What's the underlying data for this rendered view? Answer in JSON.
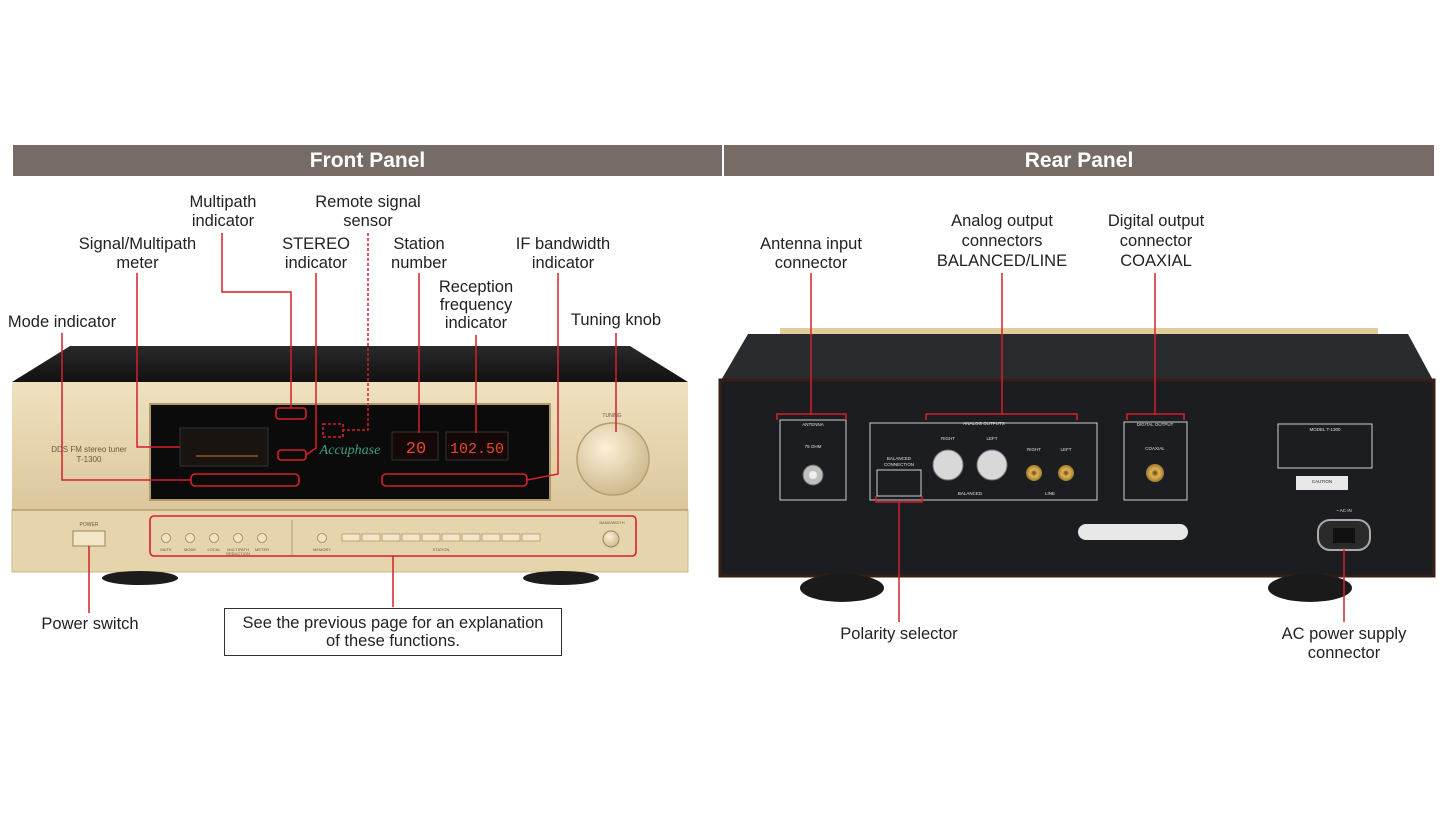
{
  "headers": {
    "front": "Front Panel",
    "rear": "Rear Panel"
  },
  "front_labels": {
    "multipath": [
      "Multipath",
      "indicator"
    ],
    "remote": [
      "Remote signal",
      "sensor"
    ],
    "meter": [
      "Signal/Multipath",
      "meter"
    ],
    "stereo": [
      "STEREO",
      "indicator"
    ],
    "station": [
      "Station",
      "number"
    ],
    "if_bw": [
      "IF bandwidth",
      "indicator"
    ],
    "reception": [
      "Reception",
      "frequency",
      "indicator"
    ],
    "mode": "Mode indicator",
    "tuning": "Tuning knob",
    "power": "Power switch",
    "note": [
      "See the previous page for an explanation",
      "of these functions."
    ]
  },
  "rear_labels": {
    "analog": [
      "Analog output",
      "connectors",
      "BALANCED/LINE"
    ],
    "digital": [
      "Digital output",
      "connector",
      "COAXIAL"
    ],
    "antenna": [
      "Antenna input",
      "connector"
    ],
    "polarity": "Polarity selector",
    "ac": [
      "AC power supply",
      "connector"
    ]
  },
  "device_text": {
    "front_model": "DDS FM stereo tuner",
    "front_model_no": "T-1300",
    "brand": "Accuphase",
    "station_display": "20",
    "freq_display": "102.50",
    "power_caption": "POWER",
    "tuning_caption": "TUNING",
    "band_caption": "BAND/WIDTH",
    "station_caption": "STATION",
    "memory_caption": "MEMORY",
    "btn_mute": "MUTE",
    "btn_mode": "MODE",
    "btn_local": "LOCAL",
    "btn_multipath": "MULTIPATH",
    "btn_reduction": "REDUCTION",
    "btn_meter": "METER",
    "rear_antenna": "ANTENNA",
    "rear_antenna_sub": "75 OHM",
    "rear_analog": "ANALOG OUTPUTS",
    "rear_right": "RIGHT",
    "rear_left": "LEFT",
    "rear_balanced": "BALANCED",
    "rear_line": "LINE",
    "rear_digital": "DIGITAL OUTPUT",
    "rear_coaxial": "COAXIAL",
    "rear_balanced_conn": "BALANCED",
    "rear_connection": "CONNECTION",
    "rear_caution": "CAUTION",
    "rear_acin": "~ AC IN",
    "rear_model": "MODEL T-1300"
  },
  "colors": {
    "header": "#776b66",
    "callout": "#d4202a",
    "gold": "#e8d6b0",
    "chassis": "#1c1d20"
  }
}
